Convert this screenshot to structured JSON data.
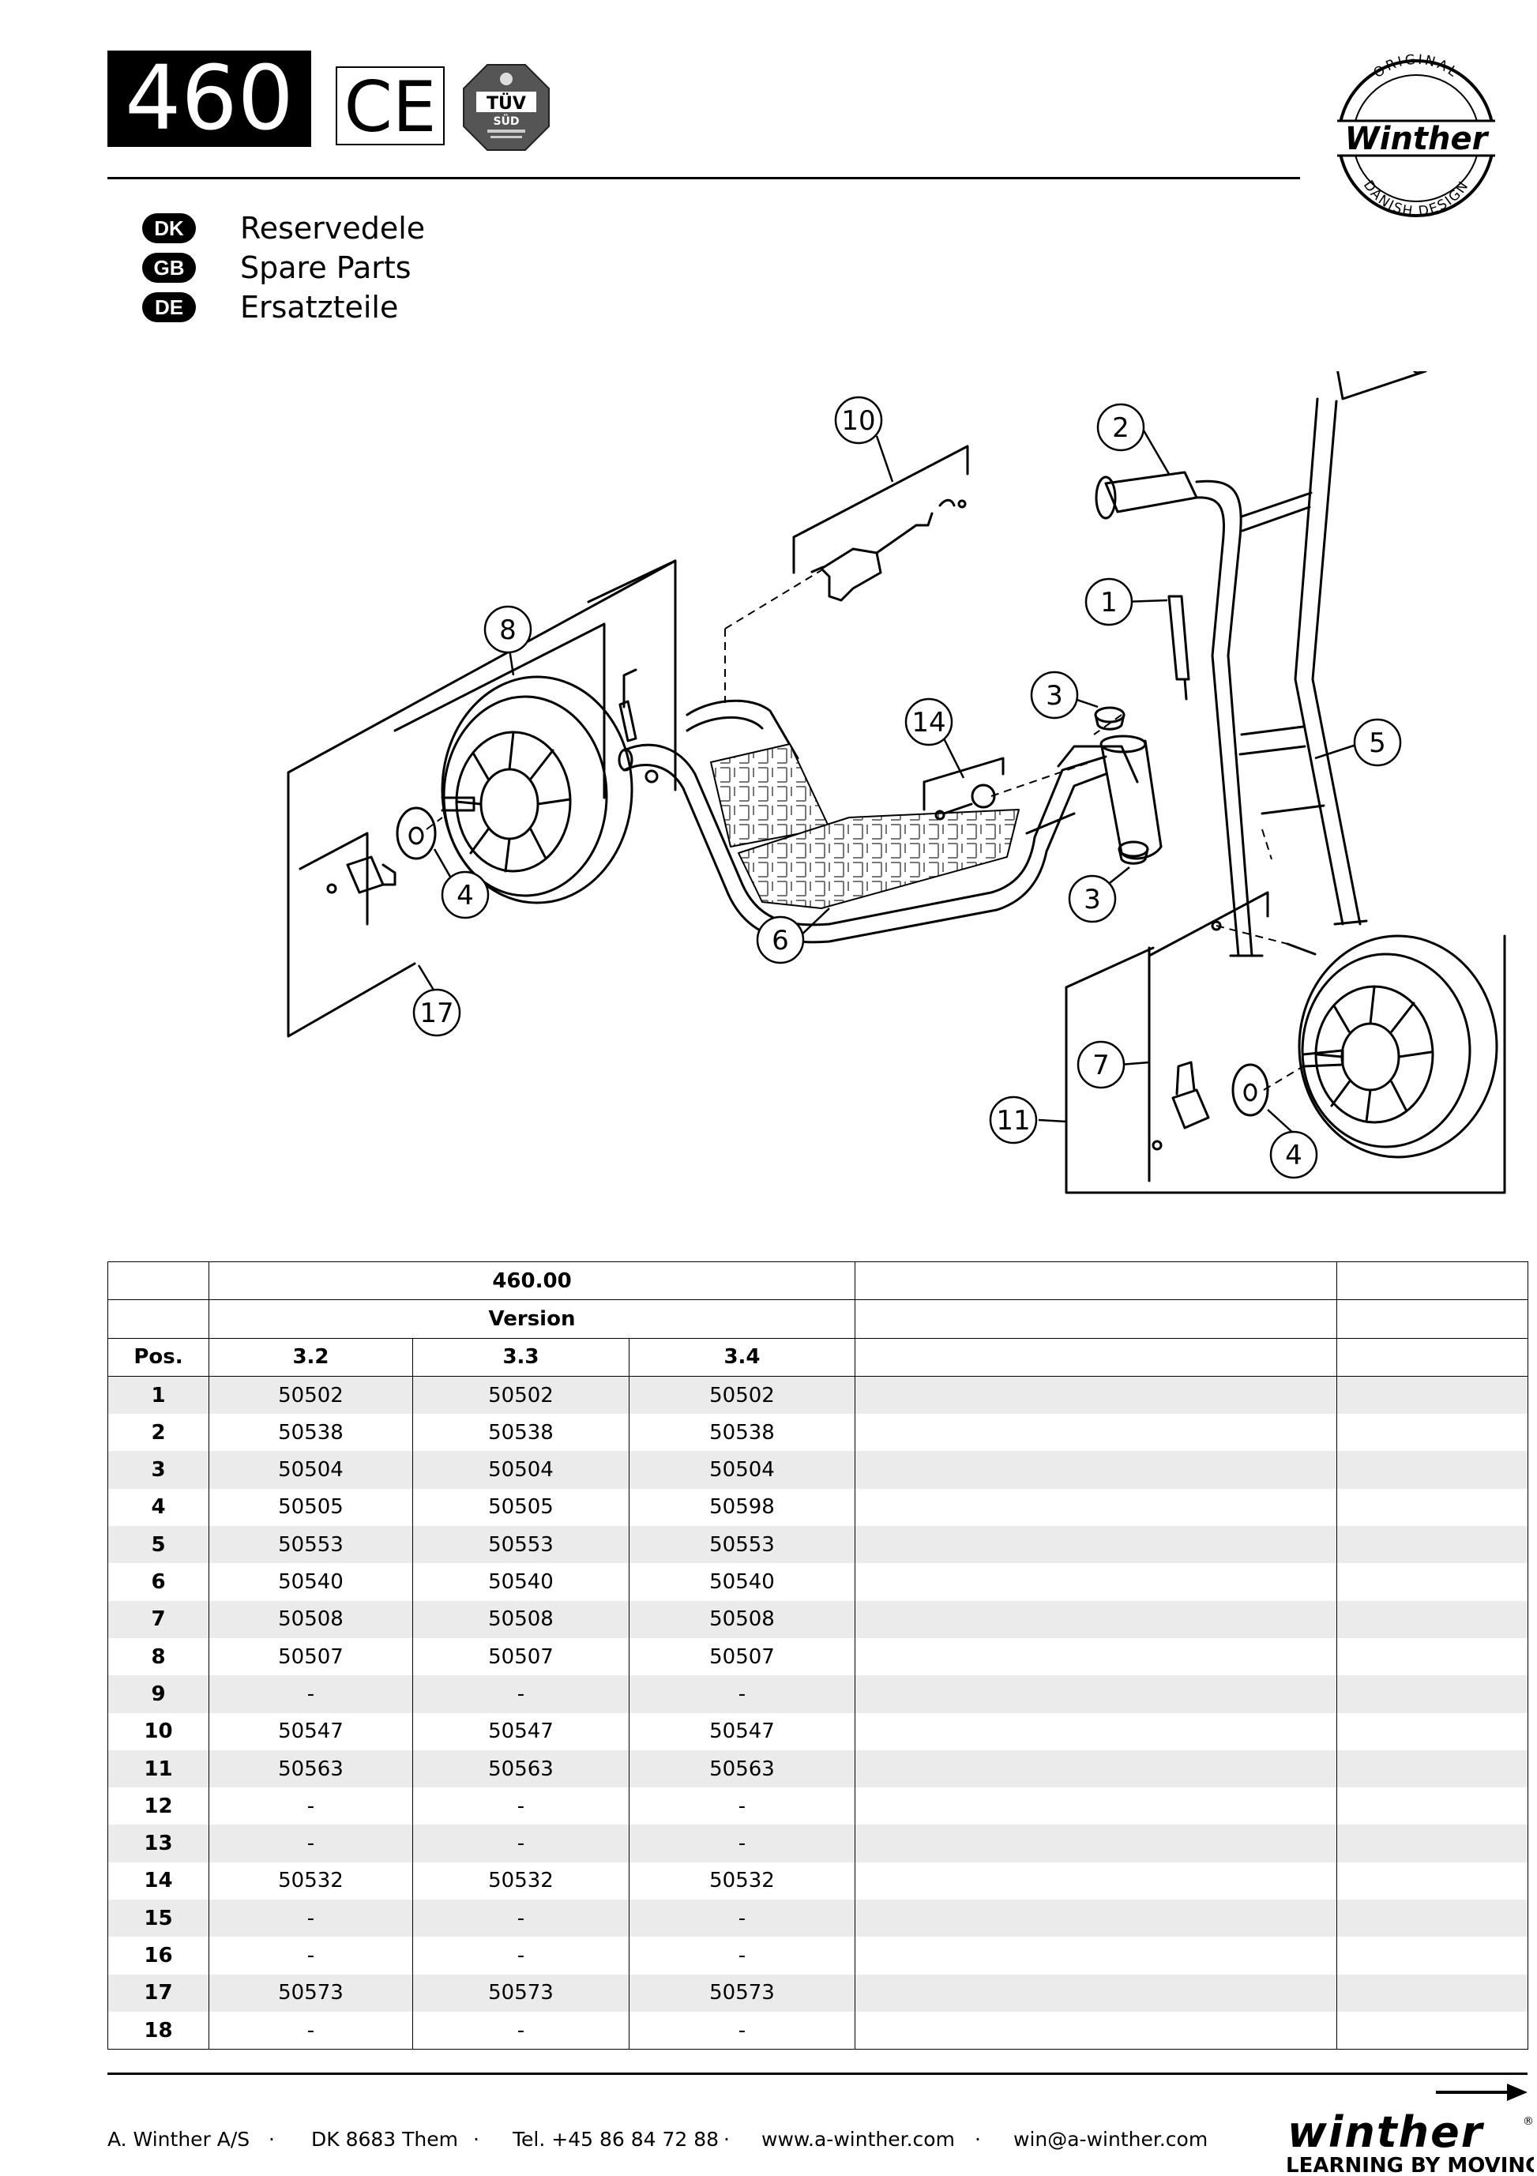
{
  "header": {
    "model_number": "460",
    "ce_mark": "CE",
    "tuv": {
      "main": "TÜV",
      "sub": "SÜD"
    },
    "logo": {
      "top": "ORIGINAL",
      "name": "Winther",
      "bottom": "DANISH DESIGN"
    }
  },
  "languages": [
    {
      "code": "DK",
      "label": "Reservedele"
    },
    {
      "code": "GB",
      "label": "Spare Parts"
    },
    {
      "code": "DE",
      "label": "Ersatzteile"
    }
  ],
  "diagram": {
    "callouts": [
      "10",
      "2",
      "1",
      "8",
      "3",
      "14",
      "5",
      "4",
      "3",
      "6",
      "17",
      "7",
      "11",
      "4"
    ]
  },
  "table": {
    "model": "460.00",
    "version_label": "Version",
    "pos_label": "Pos.",
    "versions": [
      "3.2",
      "3.3",
      "3.4"
    ],
    "rows": [
      {
        "pos": "1",
        "v32": "50502",
        "v33": "50502",
        "v34": "50502"
      },
      {
        "pos": "2",
        "v32": "50538",
        "v33": "50538",
        "v34": "50538"
      },
      {
        "pos": "3",
        "v32": "50504",
        "v33": "50504",
        "v34": "50504"
      },
      {
        "pos": "4",
        "v32": "50505",
        "v33": "50505",
        "v34": "50598"
      },
      {
        "pos": "5",
        "v32": "50553",
        "v33": "50553",
        "v34": "50553"
      },
      {
        "pos": "6",
        "v32": "50540",
        "v33": "50540",
        "v34": "50540"
      },
      {
        "pos": "7",
        "v32": "50508",
        "v33": "50508",
        "v34": "50508"
      },
      {
        "pos": "8",
        "v32": "50507",
        "v33": "50507",
        "v34": "50507"
      },
      {
        "pos": "9",
        "v32": "-",
        "v33": "-",
        "v34": "-"
      },
      {
        "pos": "10",
        "v32": "50547",
        "v33": "50547",
        "v34": "50547"
      },
      {
        "pos": "11",
        "v32": "50563",
        "v33": "50563",
        "v34": "50563"
      },
      {
        "pos": "12",
        "v32": "-",
        "v33": "-",
        "v34": "-"
      },
      {
        "pos": "13",
        "v32": "-",
        "v33": "-",
        "v34": "-"
      },
      {
        "pos": "14",
        "v32": "50532",
        "v33": "50532",
        "v34": "50532"
      },
      {
        "pos": "15",
        "v32": "-",
        "v33": "-",
        "v34": "-"
      },
      {
        "pos": "16",
        "v32": "-",
        "v33": "-",
        "v34": "-"
      },
      {
        "pos": "17",
        "v32": "50573",
        "v33": "50573",
        "v34": "50573"
      },
      {
        "pos": "18",
        "v32": "-",
        "v33": "-",
        "v34": "-"
      }
    ]
  },
  "footer": {
    "company": "A. Winther A/S",
    "address": "DK 8683 Them",
    "phone": "Tel. +45 86 84 72 88",
    "web": "www.a-winther.com",
    "email": "win@a-winther.com",
    "sep": "·",
    "brand_name": "winther",
    "brand_registered": "®",
    "tagline": "LEARNING BY MOVING"
  },
  "colors": {
    "ink": "#000000",
    "stripe": "#ebebeb",
    "paper": "#ffffff"
  }
}
